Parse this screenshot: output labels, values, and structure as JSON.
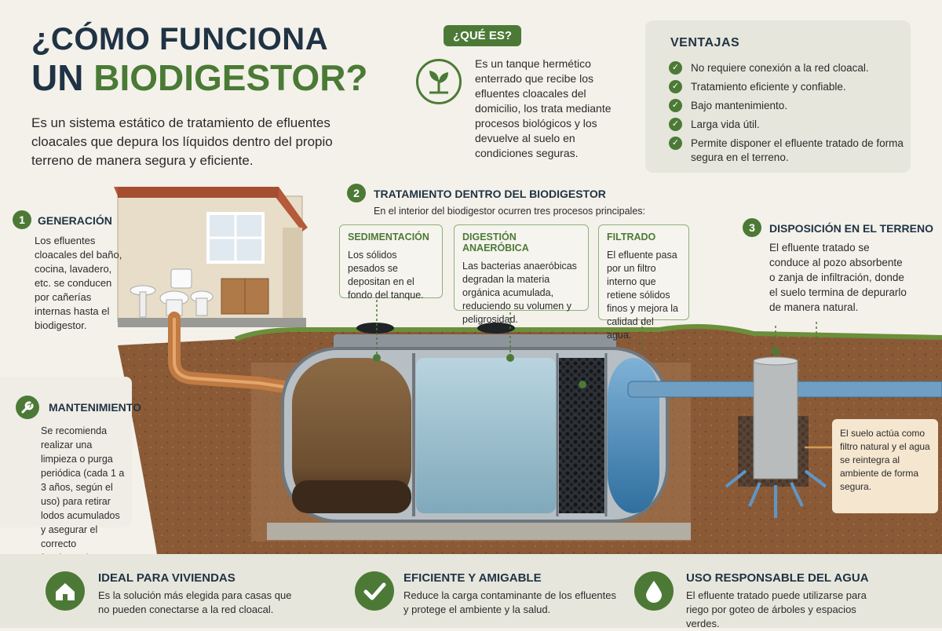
{
  "header": {
    "title_line1": "¿CÓMO FUNCIONA",
    "title_line2_part1": "UN",
    "title_line2_part2": "BIODIGESTOR?",
    "intro": "Es un sistema estático de tratamiento de efluentes cloacales que depura los líquidos dentro del propio terreno de manera segura y eficiente."
  },
  "que_es": {
    "label": "¿QUÉ ES?",
    "text": "Es un tanque hermético enterrado que recibe los efluentes cloacales del domicilio, los trata mediante procesos biológicos y los devuelve al suelo en condiciones seguras.",
    "icon": "leaf-icon"
  },
  "ventajas": {
    "title": "VENTAJAS",
    "items": [
      "No requiere conexión a la red cloacal.",
      "Tratamiento eficiente y confiable.",
      "Bajo mantenimiento.",
      "Larga vida útil.",
      "Permite disponer el efluente tratado de forma segura en el terreno."
    ]
  },
  "generacion": {
    "number": "1",
    "title": "GENERACIÓN",
    "text": "Los efluentes cloacales del baño, cocina, lavadero, etc. se conducen por cañerías internas hasta el biodigestor."
  },
  "tratamiento": {
    "number": "2",
    "title": "TRATAMIENTO DENTRO DEL BIODIGESTOR",
    "subtitle": "En el interior del biodigestor ocurren tres procesos principales:",
    "processes": [
      {
        "title": "SEDIMENTACIÓN",
        "text": "Los sólidos pesados se depositan en el fondo del tanque."
      },
      {
        "title": "DIGESTIÓN ANAERÓBICA",
        "text": "Las bacterias anaeróbicas degradan la materia orgánica acumulada, reduciendo su volumen y peligrosidad."
      },
      {
        "title": "FILTRADO",
        "text": "El efluente pasa por un filtro interno que retiene sólidos finos y mejora la calidad del agua."
      }
    ]
  },
  "disposicion": {
    "number": "3",
    "title": "DISPOSICIÓN EN EL TERRENO",
    "text": "El efluente tratado se conduce al pozo absorbente o zanja de infiltración, donde el suelo termina de depurarlo de manera natural."
  },
  "mantenimiento": {
    "title": "MANTENIMIENTO",
    "text": "Se recomienda realizar una limpieza o purga periódica (cada 1 a 3 años, según el uso) para retirar lodos acumulados y asegurar el correcto funcionamiento.",
    "icon": "wrench-icon"
  },
  "soil_note": {
    "text": "El suelo actúa como filtro natural y el agua se reintegra al ambiente de forma segura."
  },
  "bottom": [
    {
      "title": "IDEAL PARA VIVIENDAS",
      "text": "Es la solución más elegida para casas que no pueden conectarse a la red cloacal.",
      "icon": "house-icon"
    },
    {
      "title": "EFICIENTE Y AMIGABLE",
      "text": "Reduce la carga contaminante de los efluentes y protege el ambiente y la salud.",
      "icon": "checkmark-icon"
    },
    {
      "title": "USO RESPONSABLE DEL AGUA",
      "text": "El efluente tratado puede utilizarse para riego por goteo de árboles y espacios verdes.",
      "icon": "water-drop-icon"
    }
  ],
  "colors": {
    "accent_green": "#4c7a36",
    "title_navy": "#1f3344",
    "soil": "#8a5a37"
  }
}
